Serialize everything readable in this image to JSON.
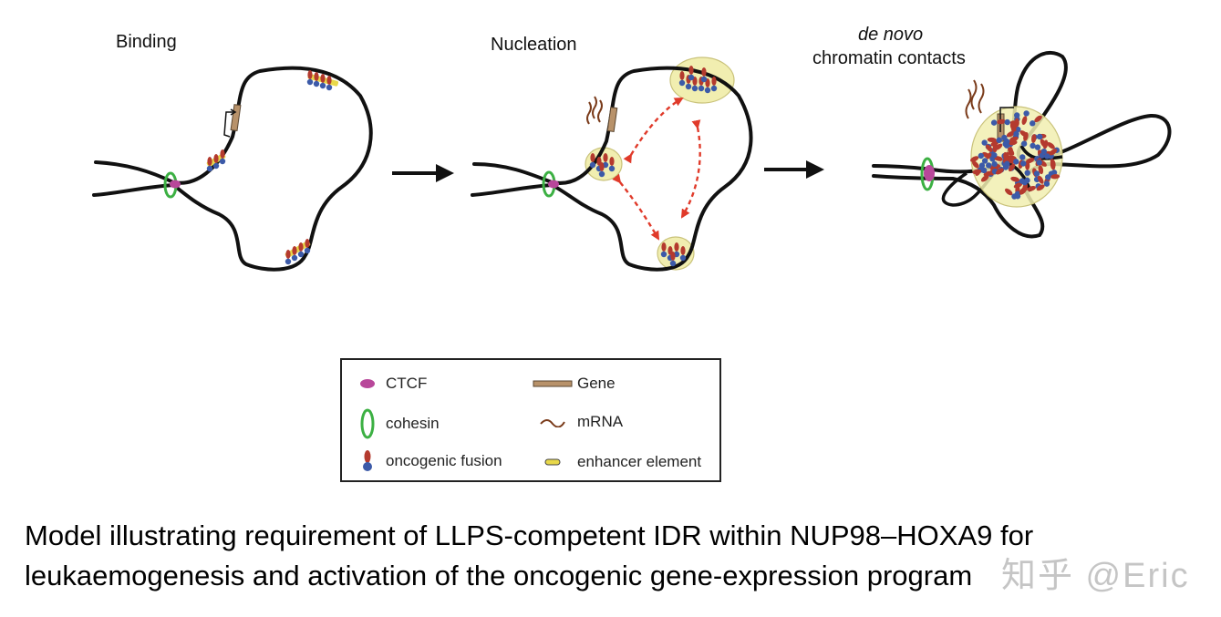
{
  "panels": {
    "binding_title": "Binding",
    "nucleation_title": "Nucleation",
    "denovo_title_italic": "de novo",
    "denovo_title_rest": "chromatin contacts"
  },
  "legend": {
    "ctcf": "CTCF",
    "cohesin": "cohesin",
    "oncogenic_fusion": "oncogenic fusion",
    "gene": "Gene",
    "mrna": "mRNA",
    "enhancer": "enhancer element"
  },
  "caption": {
    "line1": "Model illustrating requirement of LLPS-competent IDR within NUP98–HOXA9 for",
    "line2": "leukaemogenesis and activation of the oncogenic gene-expression program"
  },
  "watermark": "知乎 @Eric",
  "colors": {
    "chromatin": "#111111",
    "ctcf": "#b8479a",
    "cohesin": "#3cb043",
    "fusion_red": "#b43a2e",
    "fusion_blue": "#3c5aa8",
    "gene": "#b8926a",
    "mrna": "#7a3b1a",
    "enhancer": "#e8d84a",
    "condensate": "#f1eeb0",
    "interaction_arrow": "#e03a2a"
  }
}
